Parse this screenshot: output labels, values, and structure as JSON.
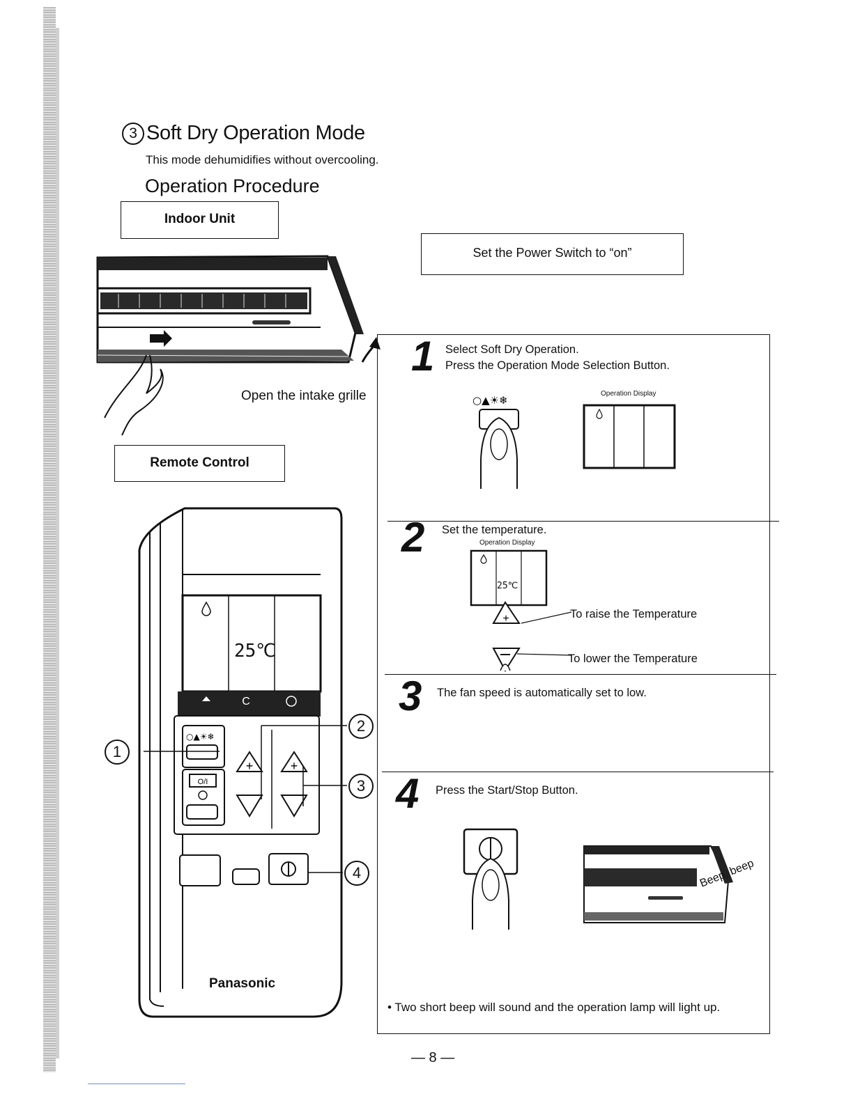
{
  "section": {
    "number": "3",
    "title": "Soft Dry Operation Mode",
    "subtitle": "This mode dehumidifies without overcooling."
  },
  "procedure_heading": "Operation Procedure",
  "indoor_unit_label": "Indoor Unit",
  "power_switch_text": "Set the Power Switch to “on”",
  "intake_caption": "Open the intake grille",
  "remote_control_label": "Remote Control",
  "remote": {
    "brand": "Panasonic",
    "display_temp": "25℃",
    "callouts": [
      "1",
      "2",
      "3",
      "4"
    ]
  },
  "steps": [
    {
      "number": "1",
      "lines": [
        "Select Soft Dry Operation.",
        "Press the Operation Mode Selection Button."
      ],
      "caption": "Operation Display"
    },
    {
      "number": "2",
      "lines": [
        "Set the temperature."
      ],
      "caption": "Operation Display",
      "display_temp": "25℃",
      "raise": "To raise the Temperature",
      "lower": "To lower the Temperature"
    },
    {
      "number": "3",
      "lines": [
        "The fan speed is automatically set to low."
      ]
    },
    {
      "number": "4",
      "lines": [
        "Press the Start/Stop Button."
      ],
      "sound": "Beep, beep"
    }
  ],
  "note": "• Two short beep will sound and the operation lamp will light up.",
  "page_number": "— 8 —"
}
